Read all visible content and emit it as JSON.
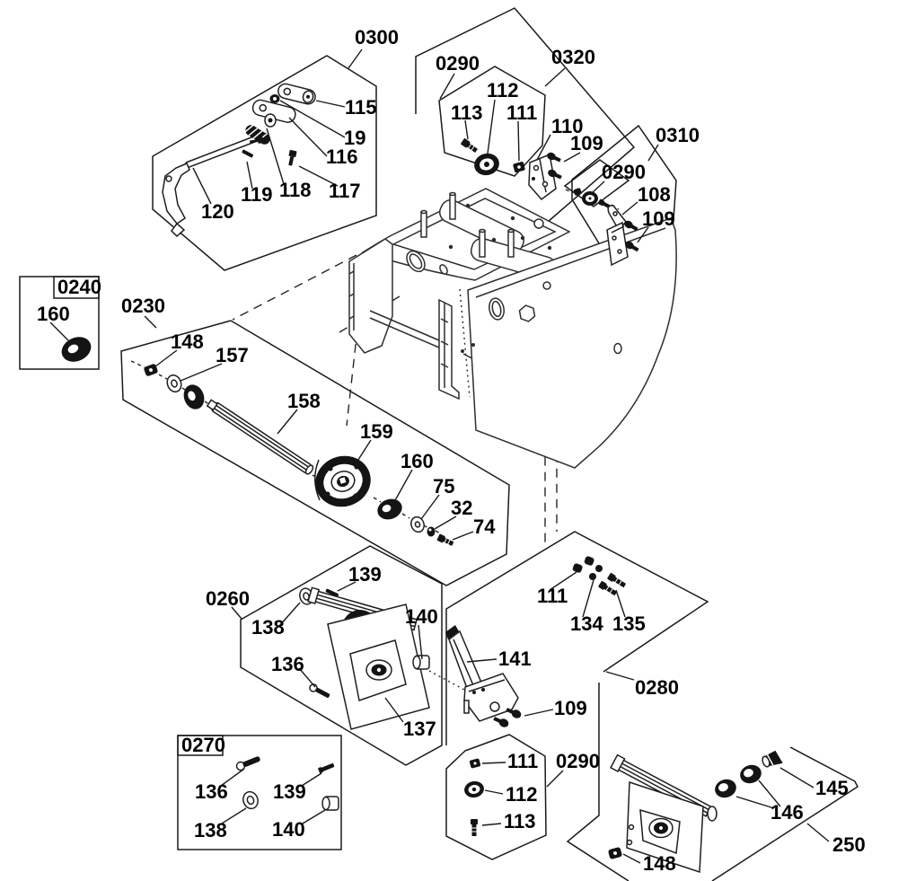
{
  "diagram_type": "exploded-parts-diagram",
  "background_color": "#ffffff",
  "line_color": "#1a1a1a",
  "part_fill_color": "#141414",
  "groups": {
    "g0300": {
      "label": "0300",
      "parts": {
        "p115": "115",
        "p19": "19",
        "p116": "116",
        "p119": "119",
        "p118": "118",
        "p117": "117",
        "p120": "120"
      }
    },
    "g0290_top": {
      "label": "0290",
      "parts": {
        "p112": "112",
        "p113": "113",
        "p111": "111"
      }
    },
    "g0320": {
      "label": "0320",
      "parts": {
        "p110": "110",
        "p109": "109"
      }
    },
    "g0310": {
      "label": "0310",
      "sub_label": "0290",
      "parts": {
        "p108": "108",
        "p109": "109"
      }
    },
    "g0240": {
      "label": "0240",
      "parts": {
        "p160": "160"
      }
    },
    "g0230": {
      "label": "0230",
      "parts": {
        "p148": "148",
        "p157": "157",
        "p158": "158",
        "p159": "159",
        "p160": "160",
        "p75": "75",
        "p32": "32",
        "p74": "74"
      }
    },
    "g0260": {
      "label": "0260",
      "parts": {
        "p139": "139",
        "p138": "138",
        "p140": "140",
        "p136": "136",
        "p137": "137"
      }
    },
    "g0280": {
      "label": "0280",
      "parts": {
        "p111": "111",
        "p134": "134",
        "p135": "135",
        "p141": "141",
        "p109": "109"
      }
    },
    "g0270": {
      "label": "0270",
      "parts": {
        "p136": "136",
        "p139": "139",
        "p138": "138",
        "p140": "140"
      }
    },
    "g0290_bottom": {
      "label": "0290",
      "parts": {
        "p111": "111",
        "p112": "112",
        "p113": "113"
      }
    },
    "g250": {
      "label": "250",
      "parts": {
        "p145": "145",
        "p146": "146",
        "p148": "148"
      }
    }
  }
}
